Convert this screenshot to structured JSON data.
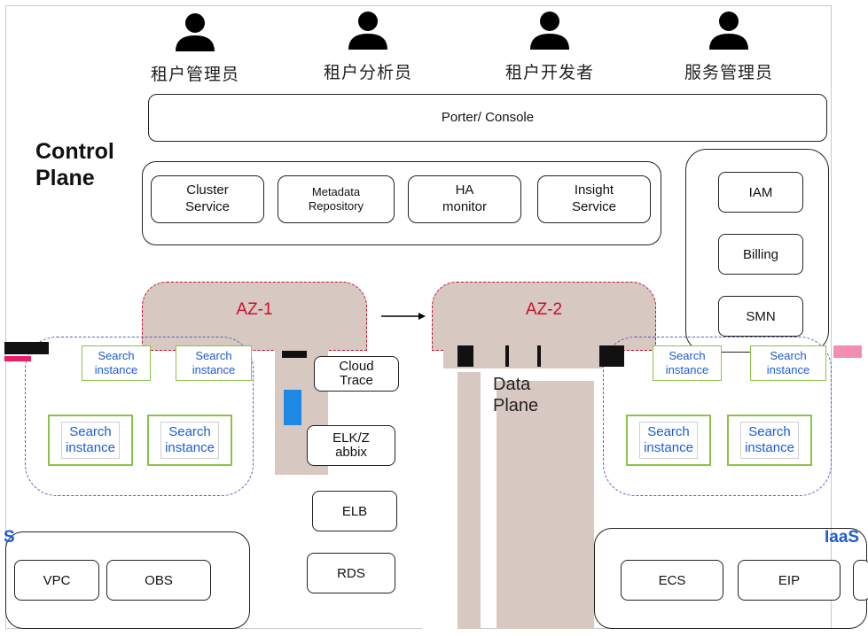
{
  "roles": [
    {
      "label": "租户管理员",
      "icon": "person-icon"
    },
    {
      "label": "租户分析员",
      "icon": "person-icon"
    },
    {
      "label": "租户开发者",
      "icon": "person-icon"
    },
    {
      "label": "服务管理员",
      "icon": "person-icon"
    }
  ],
  "portal": {
    "label": "Porter/ Console"
  },
  "control_plane": {
    "title_line1": "Control",
    "title_line2": "Plane"
  },
  "control_services": [
    {
      "line1": "Cluster",
      "line2": "Service"
    },
    {
      "line1": "Metadata",
      "line2": "Repository"
    },
    {
      "line1": "HA",
      "line2": "monitor"
    },
    {
      "line1": "Insight",
      "line2": "Service"
    }
  ],
  "side_services": [
    "IAM",
    "Billing",
    "SMN"
  ],
  "az": [
    {
      "label": "AZ-1"
    },
    {
      "label": "AZ-2"
    }
  ],
  "search_instance": {
    "line1": "Search",
    "line2": "instance"
  },
  "search_instance_glitch": {
    "line1": "Search",
    "line2": "instance"
  },
  "middle_services": [
    {
      "line1": "Cloud",
      "line2": "Trace"
    },
    {
      "line1": "ELK/Z",
      "line2": "abbix"
    },
    {
      "line1": "ELB",
      "line2": ""
    },
    {
      "line1": "RDS",
      "line2": ""
    }
  ],
  "data_plane": {
    "line1": "Data",
    "line2": "Plane"
  },
  "iaas": {
    "left_label": "S",
    "right_label": "IaaS"
  },
  "iaas_boxes": {
    "left1": "VPC",
    "left2": "OBS",
    "right1": "ECS",
    "right2": "EIP"
  },
  "colors": {
    "az_red": "#c8102e",
    "zone_blue": "#5561c9",
    "search_green": "#8bc34a",
    "search_text": "#1d5bd6"
  }
}
